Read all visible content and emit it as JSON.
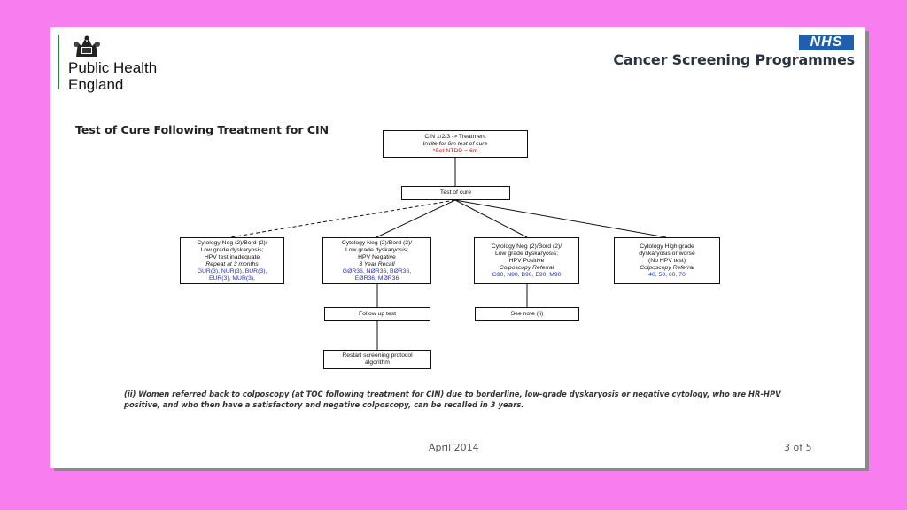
{
  "header": {
    "org_line1": "Public Health",
    "org_line2": "England",
    "nhs_logo": "NHS",
    "programme": "Cancer Screening Programmes",
    "crest_icon": "royal-crest-icon"
  },
  "title": "Test of Cure Following Treatment for CIN",
  "flowchart": {
    "top": {
      "line1": "CIN 1/2/3 -> Treatment",
      "line2": "Invite for 6m test of cure",
      "line3": "*Set NTDD = 6m"
    },
    "toc": "Test of cure",
    "branches": [
      {
        "l1": "Cytology Neg (2)/Bord (2)/",
        "l2": "Low grade dyskaryosis;",
        "l3": "HPV test inadequate",
        "l4": "Repeat at 3 months",
        "l5": "GUR(3), NUR(3), BUR(3),",
        "l6": "EUR(3), MUR(3),"
      },
      {
        "l1": "Cytology Neg (2)/Bord (2)/",
        "l2": "Low grade dyskaryosis;",
        "l3": "HPV Negative",
        "l4": "3 Year Recall",
        "l5": "GØR36, NØR36, BØR36,",
        "l6": "EØR36, MØR36"
      },
      {
        "l1": "Cytology Neg (2)/Bord (2)/",
        "l2": "Low grade dyskaryosis;",
        "l3": "HPV Positive",
        "l4": "Colposcopy Referral",
        "l5": "G90, N90, B90, E90, M90"
      },
      {
        "l1": "Cytology High grade",
        "l2": "dyskaryosis or worse",
        "l3": "(No HPV test)",
        "l4": "Colposcopy Referral",
        "l5": "40, 50, 60, 70"
      }
    ],
    "follow_up": "Follow up test",
    "see_note": "See note (ii)",
    "restart_l1": "Restart screening protocol",
    "restart_l2": "algorithm"
  },
  "note": "(ii) Women referred back to colposcopy (at TOC following treatment for CIN) due to borderline, low-grade dyskaryosis or negative cytology, who are HR-HPV positive, and who then have a satisfactory and negative colposcopy, can be recalled in 3 years.",
  "footer": {
    "date": "April 2014",
    "page": "3 of 5"
  },
  "colors": {
    "background": "#f87ef0",
    "nhs_blue": "#1f5fad",
    "phe_green": "#2a7d3a",
    "red_text": "#e01010",
    "blue_text": "#1c2fd4"
  }
}
